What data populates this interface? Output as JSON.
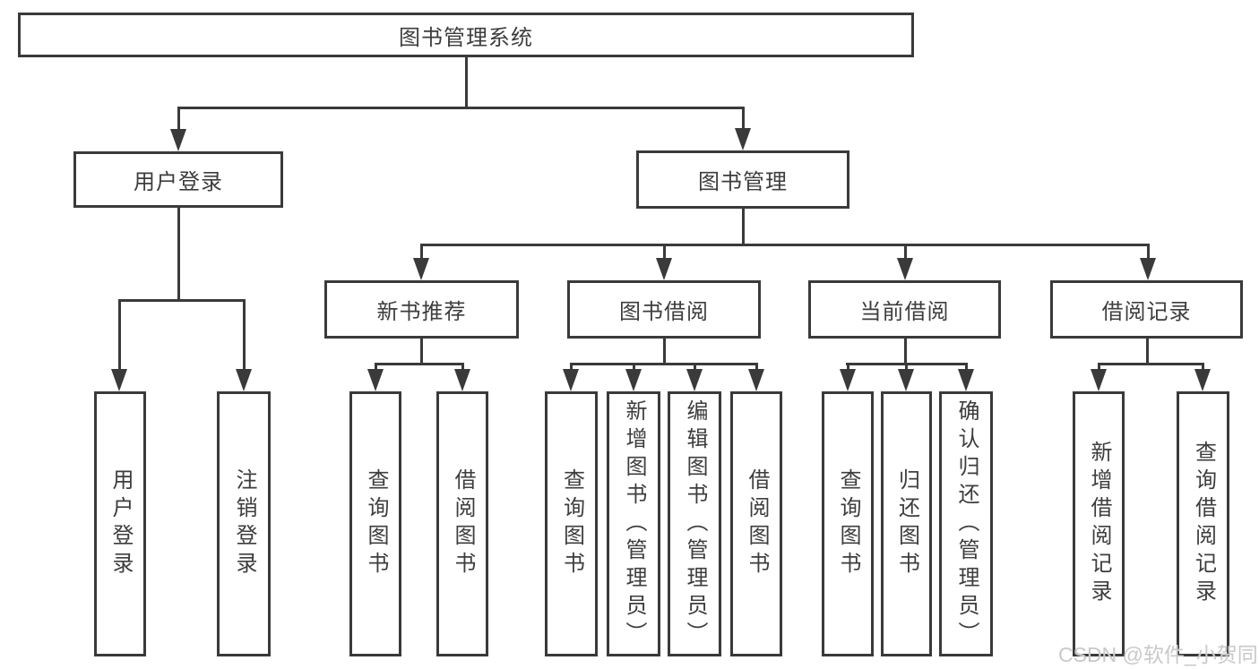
{
  "tree": {
    "label": "图书管理系统",
    "children": [
      {
        "label": "用户登录",
        "children": [
          {
            "label": "用户登录"
          },
          {
            "label": "注销登录"
          }
        ]
      },
      {
        "label": "图书管理",
        "children": [
          {
            "label": "新书推荐",
            "children": [
              {
                "label": "查询图书"
              },
              {
                "label": "借阅图书"
              }
            ]
          },
          {
            "label": "图书借阅",
            "children": [
              {
                "label": "查询图书"
              },
              {
                "label": "新增图书（管理员）"
              },
              {
                "label": "编辑图书（管理员）"
              },
              {
                "label": "借阅图书"
              }
            ]
          },
          {
            "label": "当前借阅",
            "children": [
              {
                "label": "查询图书"
              },
              {
                "label": "归还图书"
              },
              {
                "label": "确认归还（管理员）"
              }
            ]
          },
          {
            "label": "借阅记录",
            "children": [
              {
                "label": "新增借阅记录"
              },
              {
                "label": "查询借阅记录"
              }
            ]
          }
        ]
      }
    ]
  },
  "watermark": {
    "text": "CSDN @软件_小贺同学"
  },
  "colors": {
    "line": "#3a3a3a",
    "text": "#3d3d3d",
    "background": "#ffffff",
    "watermark": "#c9c9c9"
  }
}
